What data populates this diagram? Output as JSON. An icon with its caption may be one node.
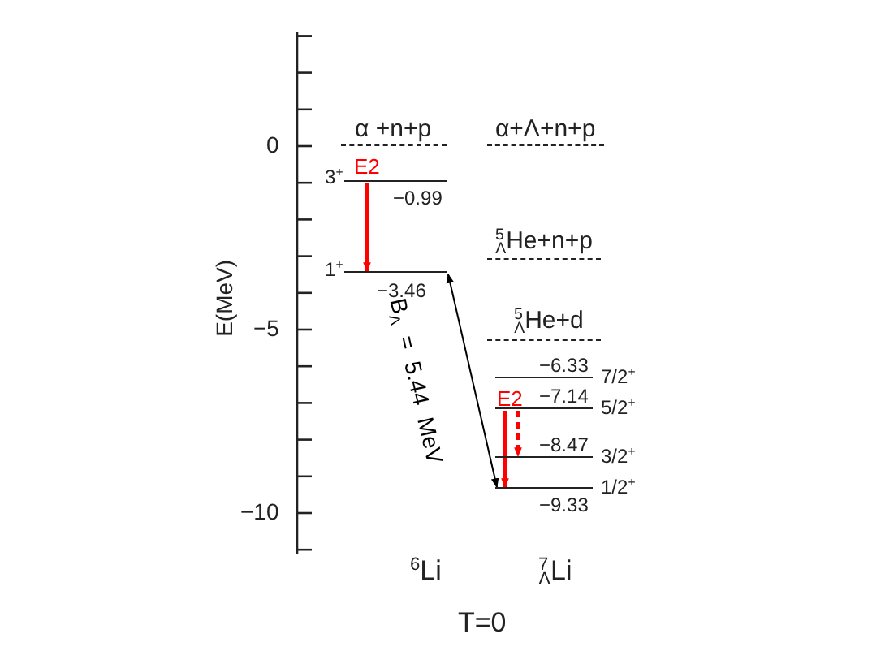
{
  "diagram": {
    "nodes": [
      {
        "text": [
          "α +n+p"
        ]
      },
      {
        "text": [
          "α+Λ+n+p"
        ]
      },
      {
        "text": [
          "3$^{+}$",
          "−0.99"
        ]
      },
      {
        "text": [
          "$^{5}$$_{Λ}$He+n+p"
        ]
      },
      {
        "text": [
          "1$^{+}$",
          "−3.46"
        ]
      },
      {
        "text": [
          "$^{5}$$_{Λ}$He+d"
        ]
      },
      {
        "text": [
          "−6.33",
          "7/2$^{+}$"
        ]
      },
      {
        "text": [
          "−7.14",
          "5/2$^{+}$"
        ]
      },
      {
        "text": [
          "−8.47",
          "3/2$^{+}$"
        ]
      },
      {
        "text": [
          "−9.33",
          "1/2$^{+}$"
        ]
      }
    ],
    "edges": [
      {
        "from": 2,
        "to": 4,
        "arrow": "to",
        "label": "E2",
        "color": "#ff0000"
      },
      {
        "from": 4,
        "to": 9,
        "arrow": "both",
        "label": "B$_{Λ}$ = 5.44 MeV",
        "color": "#000000"
      },
      {
        "from": 7,
        "to": 9,
        "arrow": "to",
        "label": "E2",
        "color": "#ff0000"
      },
      {
        "from": 7,
        "to": 8,
        "arrow": "to",
        "style": "dashed",
        "color": "#ff0000"
      }
    ],
    "labels": [
      "0",
      "−5",
      "−10",
      "E(MeV)",
      "$^{6}$Li",
      "$^{7}$$_{Λ}$Li",
      "T=0"
    ]
  }
}
